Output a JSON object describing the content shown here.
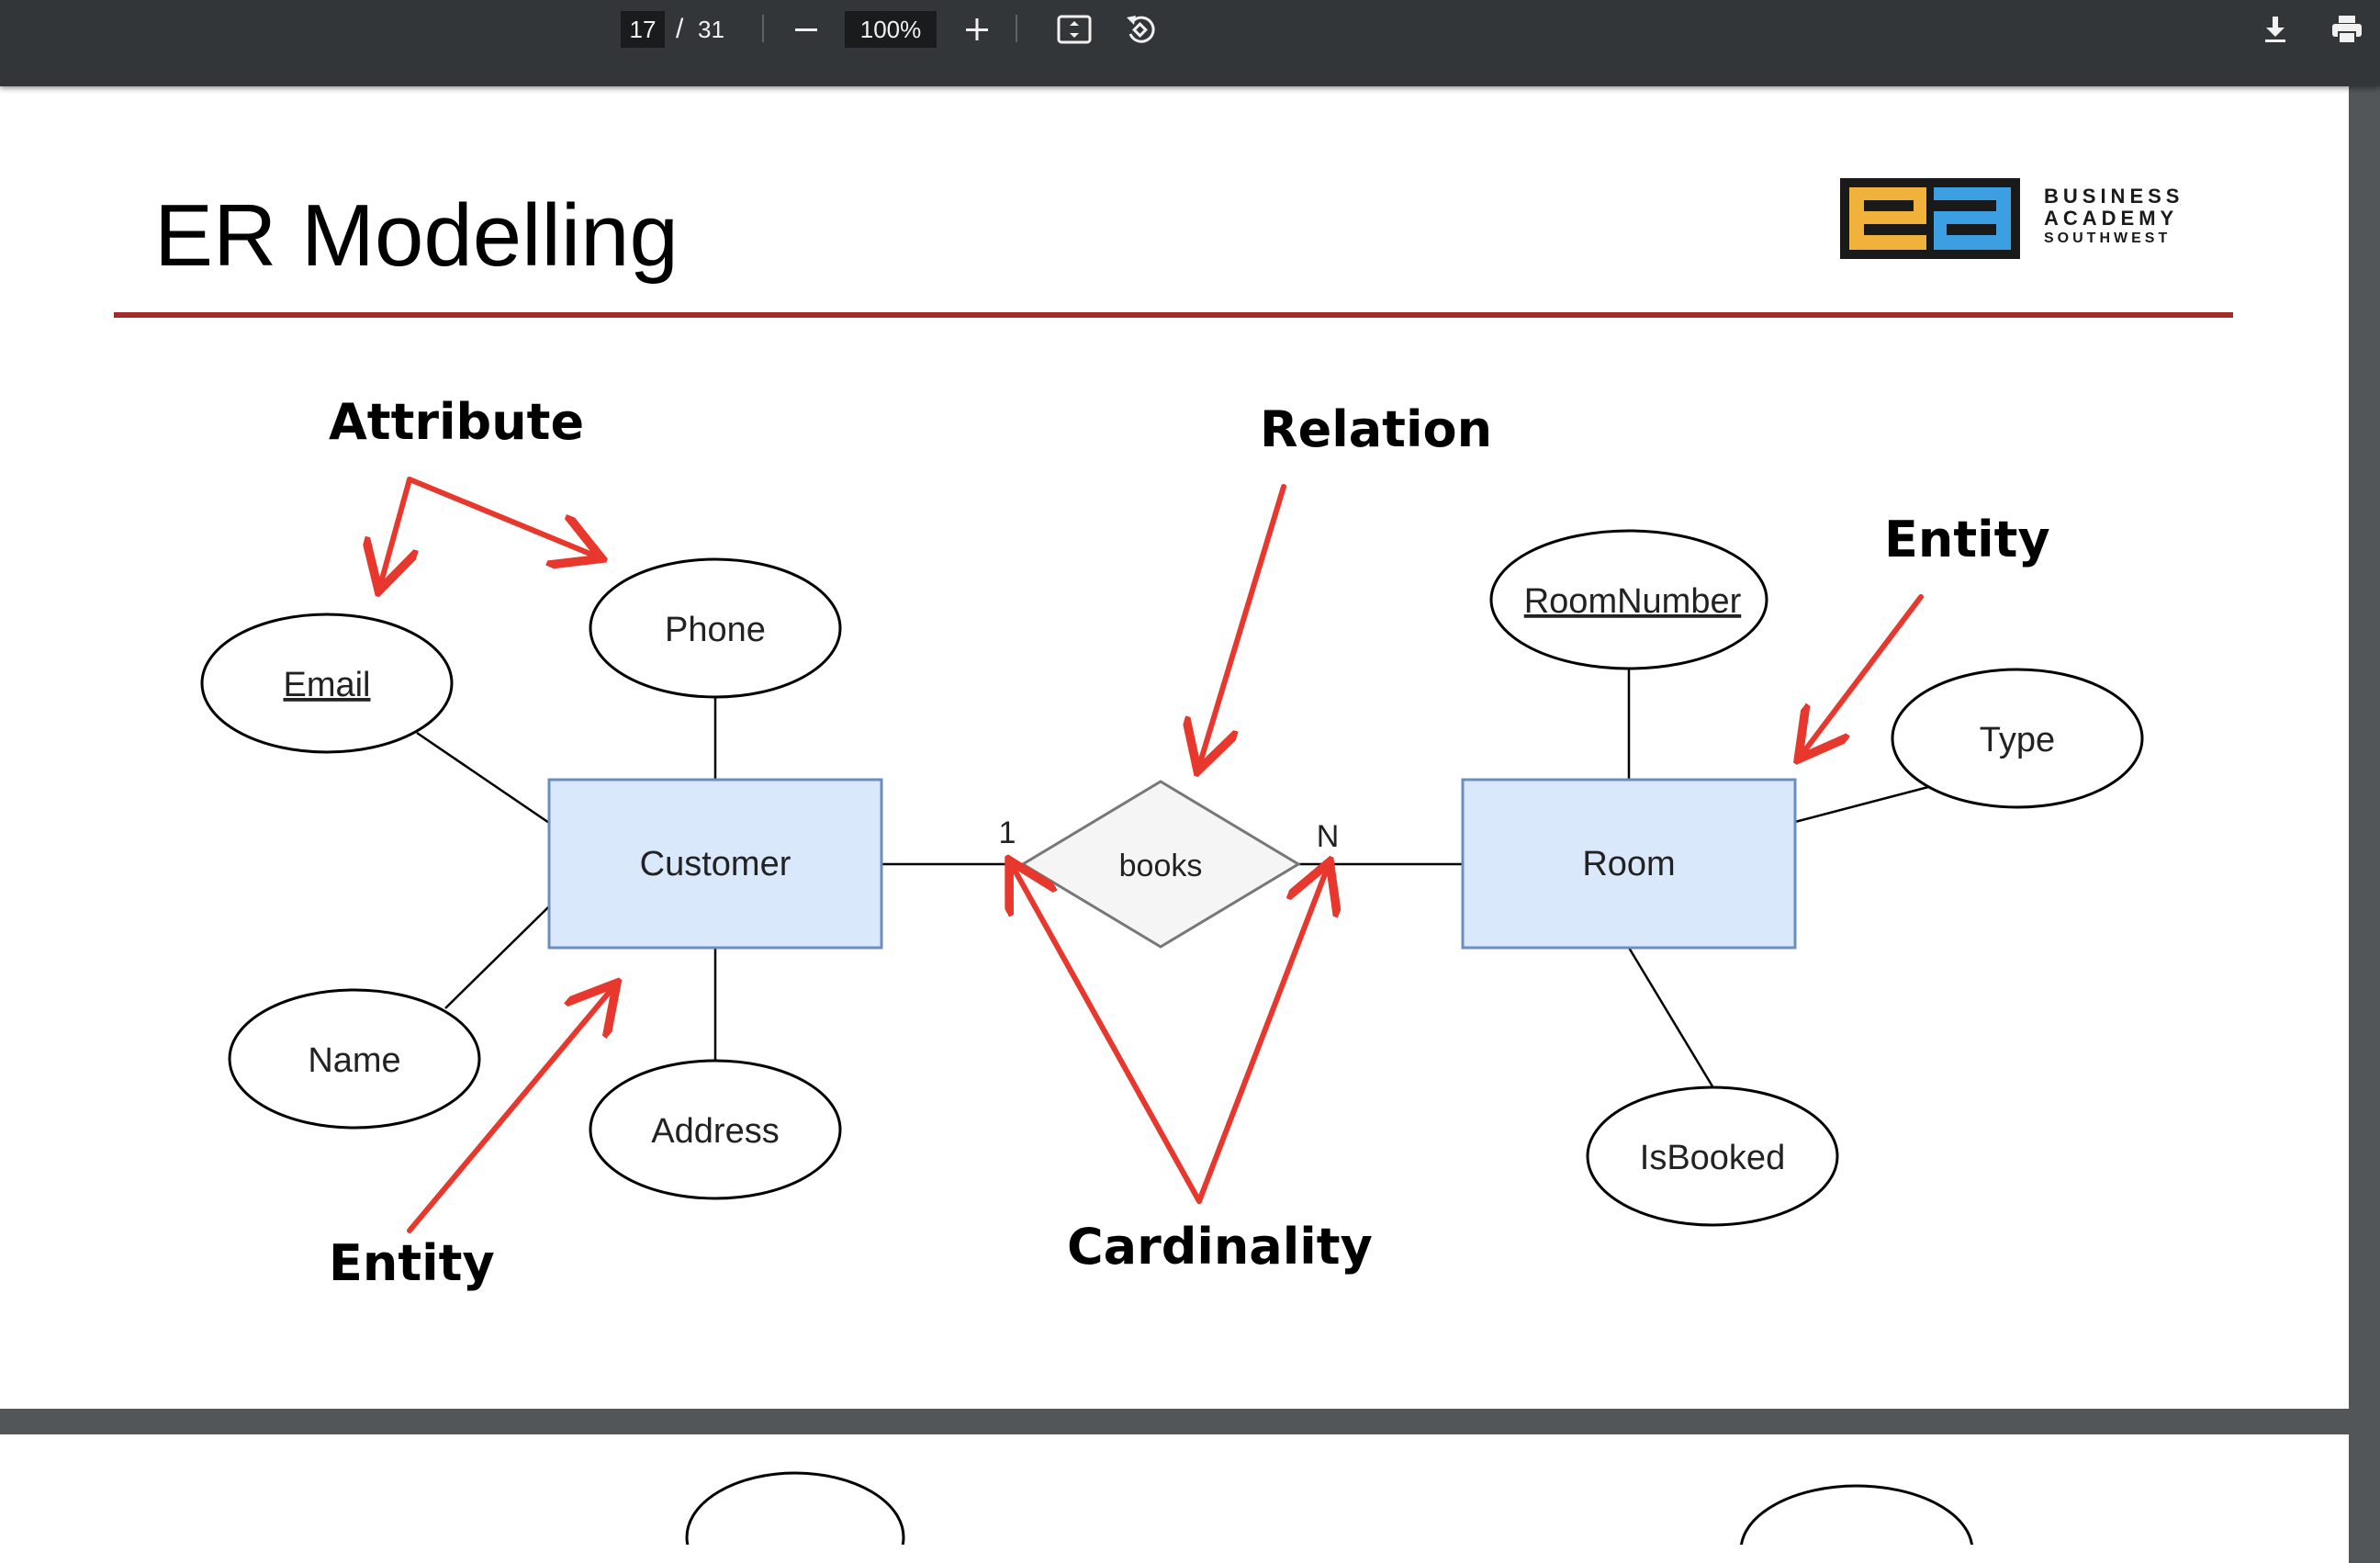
{
  "toolbar": {
    "current_page": "17",
    "page_separator": "/",
    "total_pages": "31",
    "zoom": "100%",
    "icons": [
      "minus-icon",
      "plus-icon",
      "fit-page-icon",
      "rotate-icon",
      "download-icon",
      "print-icon"
    ]
  },
  "slide": {
    "title": "ER Modelling",
    "logo": {
      "line1": "BUSINESS",
      "line2": "ACADEMY",
      "line3": "SOUTHWEST",
      "colors": [
        "#f0b23a",
        "#3b9fe2"
      ]
    },
    "accent_color": "#a52a2a",
    "arrow_color": "#e8372c",
    "entity_fill": "#dae8fc",
    "entity_stroke": "#6c8ebf"
  },
  "diagram": {
    "entities": {
      "customer": "Customer",
      "room": "Room"
    },
    "relation": "books",
    "cardinality": {
      "left": "1",
      "right": "N"
    },
    "attributes": {
      "email": "Email",
      "phone": "Phone",
      "name": "Name",
      "address": "Address",
      "room_number": "RoomNumber",
      "type": "Type",
      "is_booked": "IsBooked"
    },
    "annotations": {
      "attribute": "Attribute",
      "relation": "Relation",
      "entity_right": "Entity",
      "entity_left": "Entity",
      "cardinality": "Cardinality"
    }
  }
}
